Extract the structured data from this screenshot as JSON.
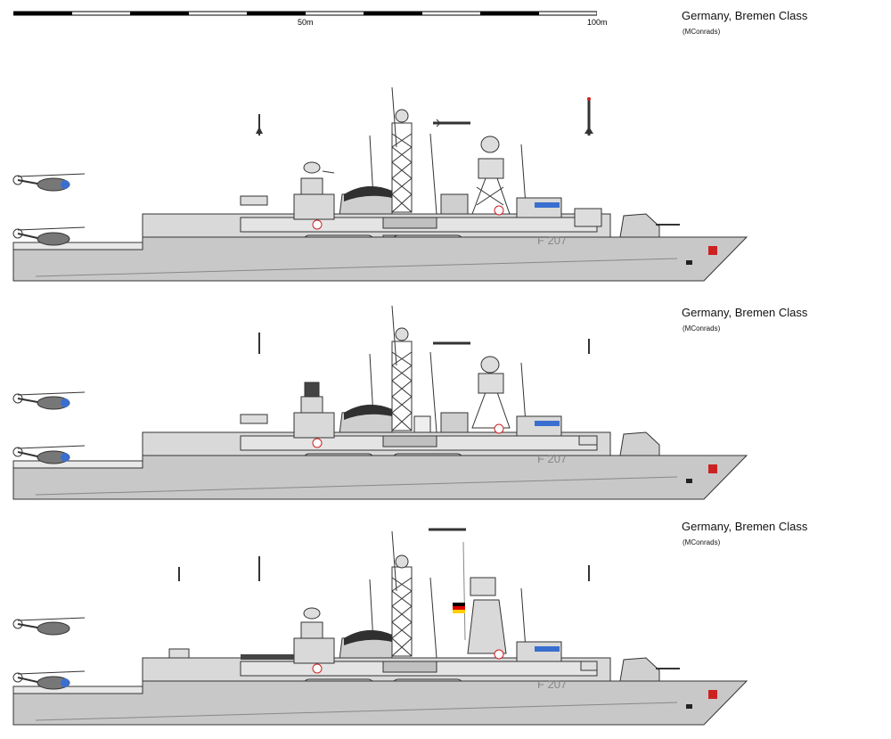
{
  "scale_bar": {
    "mid_label": "50m",
    "end_label": "100m"
  },
  "plates": [
    {
      "title": "Germany, Bremen Class",
      "credit": "(MConrads)",
      "hull_number": "F 207"
    },
    {
      "title": "Germany, Bremen Class",
      "credit": "(MConrads)",
      "hull_number": "F 207"
    },
    {
      "title": "Germany, Bremen Class",
      "credit": "(MConrads)",
      "hull_number": "F 207"
    }
  ],
  "colors": {
    "hull": "#c8c8c8",
    "superstructure": "#d9d9d9",
    "deck_grey": "#b8b8b8",
    "funnel_cap": "#303030",
    "outline": "#333333",
    "marking_red": "#cc2222",
    "window_blue": "#3a6fd0"
  },
  "icons": [
    "helicopter-icon",
    "missile-icon",
    "flag-germany-icon"
  ]
}
